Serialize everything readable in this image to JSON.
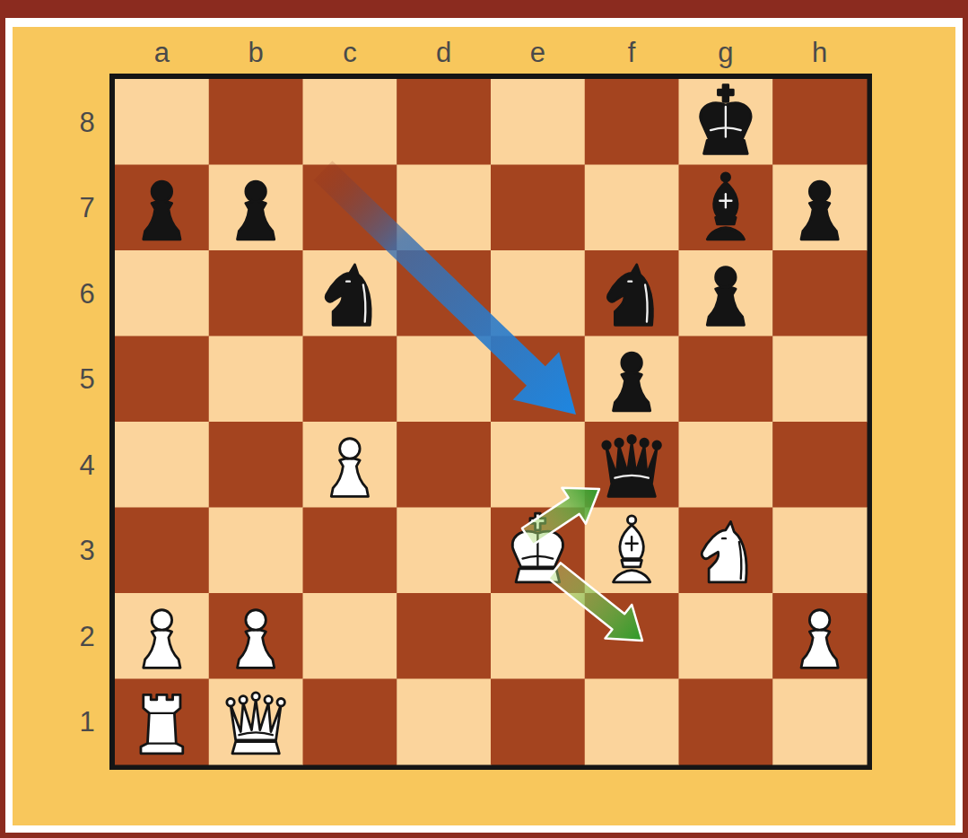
{
  "diagram": {
    "labels": [
      "a",
      "b",
      "c",
      "d",
      "e",
      "f",
      "g",
      "h",
      "8",
      "7",
      "6",
      "5",
      "4",
      "3",
      "2",
      "1"
    ]
  }
}
